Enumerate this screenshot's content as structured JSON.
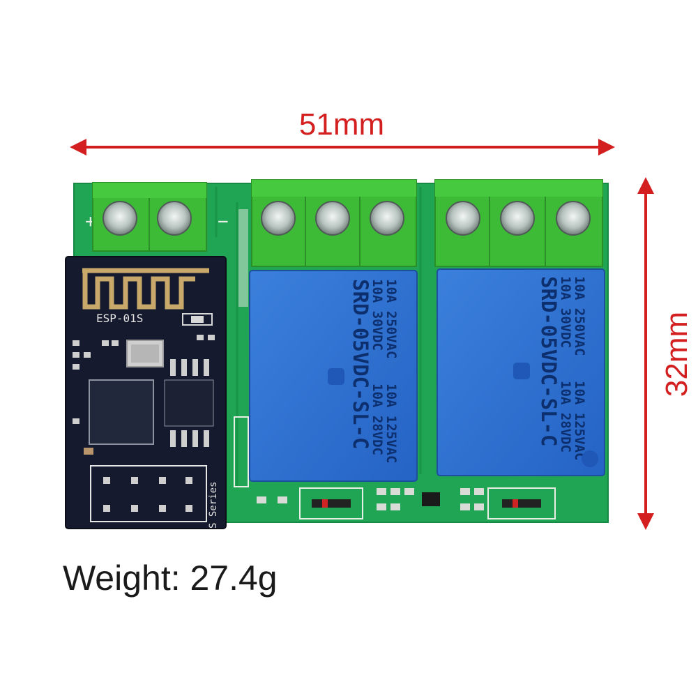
{
  "dimensions": {
    "width_label": "51mm",
    "height_label": "32mm",
    "arrow_color": "#d31f1f"
  },
  "weight_label": "Weight: 27.4g",
  "board": {
    "pcb_color": "#1fa553",
    "terminal_color": "#3dbb37",
    "polarity": {
      "plus": "+",
      "minus": "−"
    },
    "wifi_module": {
      "label": "ESP-01S",
      "series_label": "S Series",
      "color": "#161a2e"
    },
    "relays": [
      {
        "color": "#2f72d2",
        "lines": [
          "10A 250VAC",
          "10A 30VDC",
          "SRD-05VDC-SL-C",
          "10A 125VAC",
          "10A 28VDC"
        ]
      },
      {
        "color": "#2f72d2",
        "lines": [
          "10A 250VAC",
          "10A 30VDC",
          "SRD-05VDC-SL-C",
          "10A 125VAC",
          "10A 28VDC"
        ]
      }
    ]
  }
}
